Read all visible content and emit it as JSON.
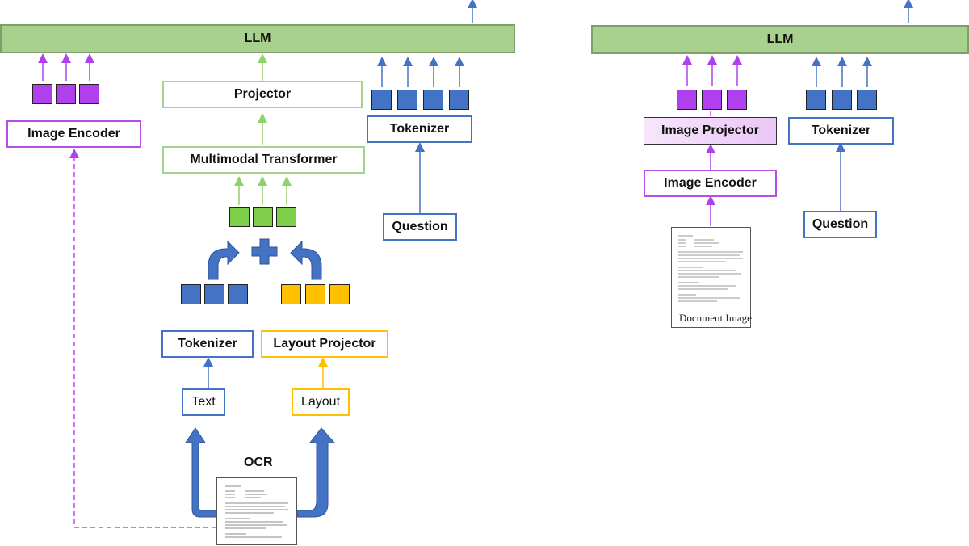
{
  "left": {
    "llm_label": "LLM",
    "image_encoder_label": "Image Encoder",
    "projector_label": "Projector",
    "multimodal_transformer_label": "Multimodal Transformer",
    "tokenizer_label": "Tokenizer",
    "question_label": "Question",
    "text_tokenizer_label": "Tokenizer",
    "layout_projector_label": "Layout Projector",
    "text_label": "Text",
    "layout_label": "Layout",
    "ocr_label": "OCR"
  },
  "right": {
    "llm_label": "LLM",
    "image_projector_label": "Image Projector",
    "image_encoder_label": "Image Encoder",
    "tokenizer_label": "Tokenizer",
    "question_label": "Question",
    "document_caption": "Document Image"
  },
  "colors": {
    "llm_fill": "#a9d18e",
    "purple": "#b040ee",
    "blue": "#4472c4",
    "green": "#7fcf4a",
    "yellow": "#ffc000"
  }
}
